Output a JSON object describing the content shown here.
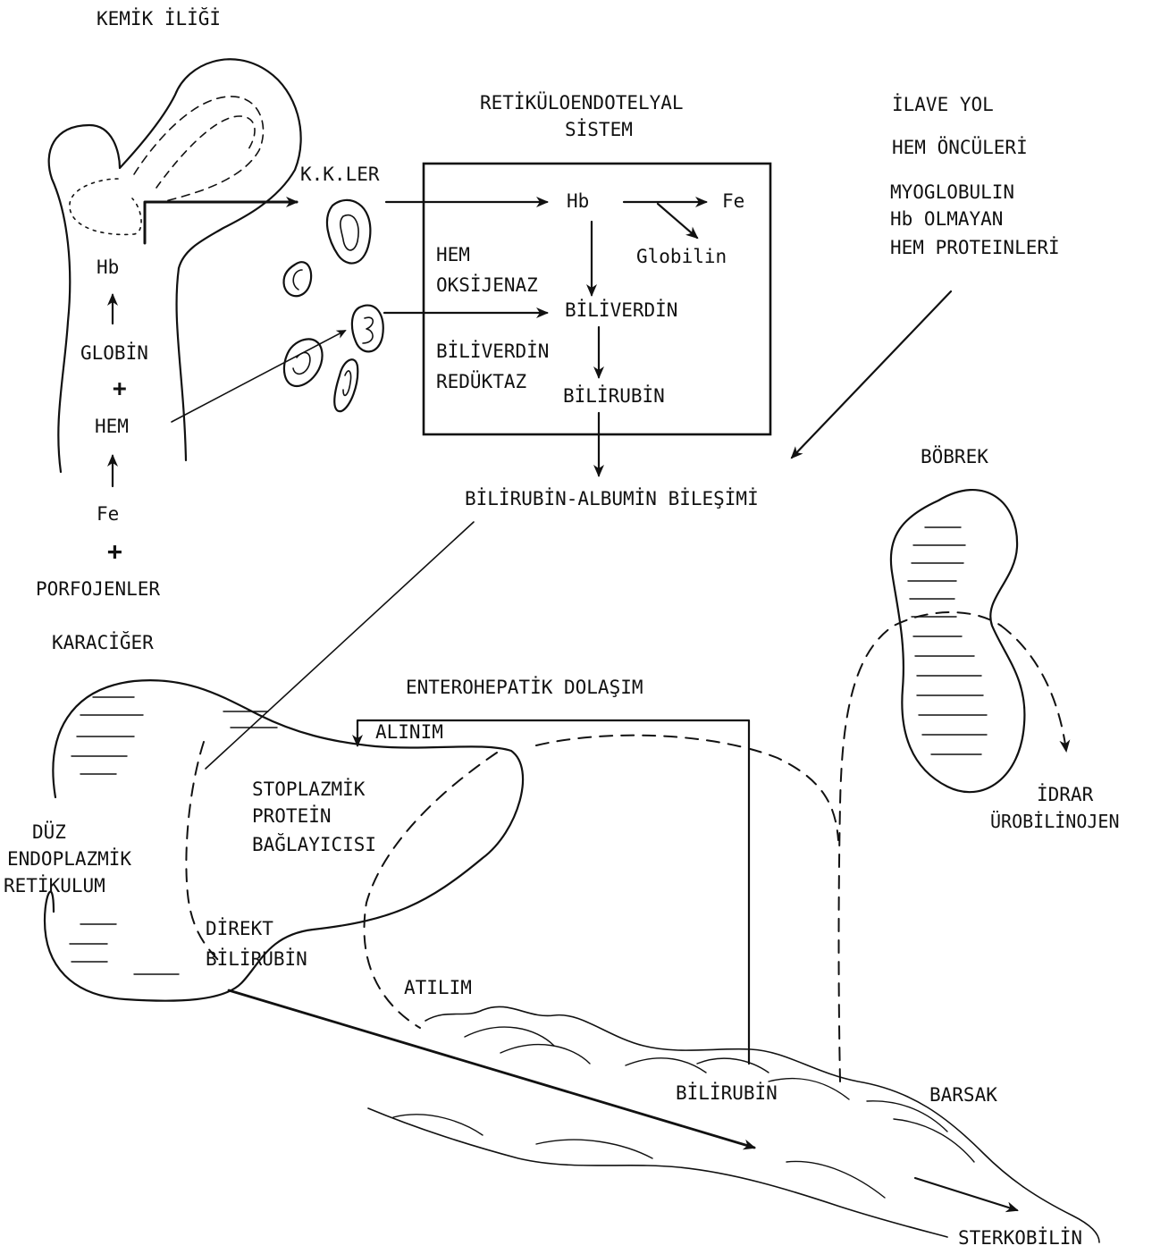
{
  "bone_marrow": {
    "title": "KEMİK İLİĞİ",
    "hb": "Hb",
    "globin": "GLOBİN",
    "plus1": "+",
    "hem": "HEM",
    "fe": "Fe",
    "plus2": "+",
    "porphogens": "PORFOJENLER"
  },
  "red_cells": {
    "label": "K.K.LER"
  },
  "res": {
    "title_line1": "RETİKÜLOENDOTELYAL",
    "title_line2": "SİSTEM",
    "hb": "Hb",
    "fe": "Fe",
    "globilin": "Globilin",
    "hem_oxygenase_line1": "HEM",
    "hem_oxygenase_line2": "OKSİJENAZ",
    "biliverdin": "BİLİVERDİN",
    "reductase_line1": "BİLİVERDİN",
    "reductase_line2": "REDÜKTAZ",
    "bilirubin": "BİLİRUBİN"
  },
  "extra_path": {
    "title": "İLAVE YOL",
    "line1": "HEM ÖNCÜLERİ",
    "line2": "MYOGLOBULIN",
    "line3": "Hb OLMAYAN",
    "line4": "HEM PROTEINLERİ"
  },
  "complex": {
    "label": "BİLİRUBİN-ALBUMİN BİLEŞİMİ"
  },
  "kidney": {
    "title": "BÖBREK",
    "urine": "İDRAR",
    "urobilinogen": "ÜROBİLİNOJEN"
  },
  "liver": {
    "title": "KARACİĞER",
    "enterohepatic": "ENTEROHEPATİK DOLAŞIM",
    "uptake": "ALINIM",
    "protein_line1": "STOPLAZMİK",
    "protein_line2": "PROTEİN",
    "protein_line3": "BAĞLAYICISI",
    "er_line1": "DÜZ",
    "er_line2": "ENDOPLAZMİK",
    "er_line3": "RETİKULUM",
    "direct_line1": "DİREKT",
    "direct_line2": "BİLİRUBİN",
    "excretion": "ATILIM"
  },
  "intestine": {
    "title": "BARSAK",
    "bilirubin": "BİLİRUBİN",
    "stercobilin": "STERKOBİLİN"
  }
}
